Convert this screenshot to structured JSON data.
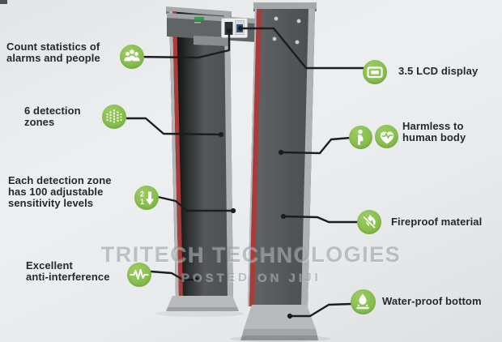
{
  "watermark": {
    "title": "TRITECH TECHNOLOGIES",
    "subtitle": "POSTED ON JIJI"
  },
  "features": {
    "count_statistics": {
      "lines": [
        "Count statistics of",
        "alarms and people"
      ],
      "icon": "people-group-icon"
    },
    "detection_zones": {
      "lines": [
        "6 detection",
        "zones"
      ],
      "icon": "detection-zones-icon"
    },
    "sensitivity_levels": {
      "lines": [
        "Each detection zone",
        "has 100 adjustable",
        "sensitivity levels"
      ],
      "icon": "sensitivity-adjust-icon"
    },
    "anti_interference": {
      "lines": [
        "Excellent",
        "anti-interference"
      ],
      "icon": "waveform-icon"
    },
    "lcd_display": {
      "lines": [
        "3.5 LCD display"
      ],
      "icon": "lcd-screen-icon"
    },
    "harmless": {
      "lines": [
        "Harmless to",
        "human body"
      ],
      "icons": [
        "pregnant-woman-icon",
        "heart-pulse-icon"
      ]
    },
    "fireproof": {
      "lines": [
        "Fireproof material"
      ],
      "icon": "no-fire-icon"
    },
    "waterproof": {
      "lines": [
        "Water-proof bottom"
      ],
      "icon": "water-drop-icon"
    }
  },
  "colors": {
    "accent_green": "#85bd4b",
    "connector_line": "#1a1e21",
    "label_text": "#26292b",
    "frame_dark": "#565a5c",
    "frame_trim_red": "#ab3b38",
    "frame_trim_light": "#b0b4b6",
    "watermark_gray": "#8a8f94",
    "background": "#e8eaec"
  }
}
